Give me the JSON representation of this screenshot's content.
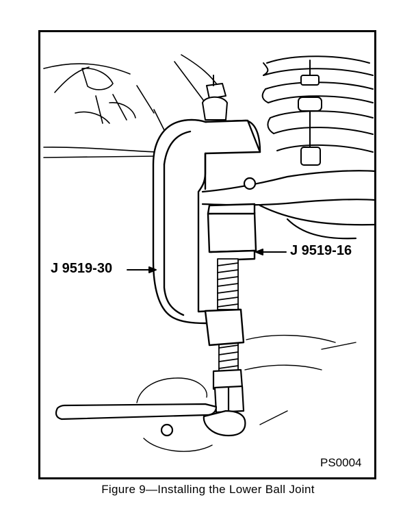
{
  "figure": {
    "caption": "Figure 9—Installing the Lower Ball Joint",
    "code": "PS0004"
  },
  "callouts": {
    "c_clamp": "J 9519-30",
    "receiver": "J 9519-16"
  },
  "colors": {
    "ink": "#000000",
    "paper": "#ffffff"
  }
}
